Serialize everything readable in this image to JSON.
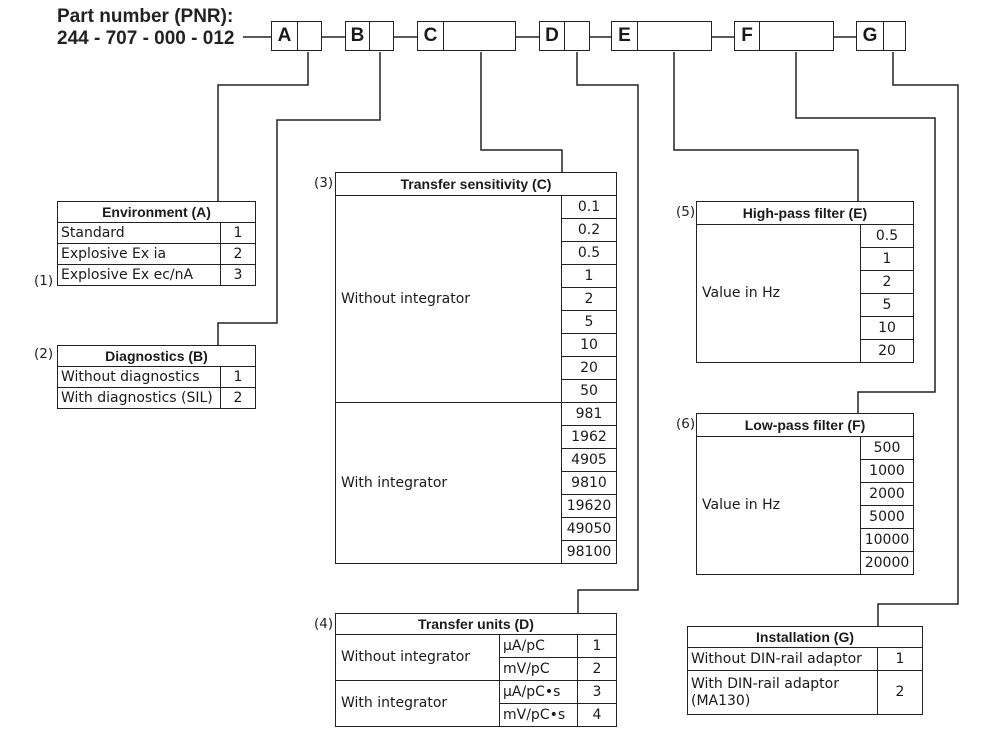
{
  "part_number": {
    "title": "Part number (PNR):",
    "code": "244 - 707 - 000 - 012",
    "positions": [
      "A",
      "B",
      "C",
      "D",
      "E",
      "F",
      "G"
    ]
  },
  "environment": {
    "marker": "(1)",
    "title": "Environment (A)",
    "rows": [
      {
        "label": "Standard",
        "value": "1"
      },
      {
        "label": "Explosive Ex ia",
        "value": "2"
      },
      {
        "label": "Explosive Ex ec/nA",
        "value": "3"
      }
    ]
  },
  "diagnostics": {
    "marker": "(2)",
    "title": "Diagnostics (B)",
    "rows": [
      {
        "label": "Without diagnostics",
        "value": "1"
      },
      {
        "label": "With diagnostics (SIL)",
        "value": "2"
      }
    ]
  },
  "transfer_sensitivity": {
    "marker": "(3)",
    "title": "Transfer sensitivity (C)",
    "groups": [
      {
        "label": "Without integrator",
        "values": [
          "0.1",
          "0.2",
          "0.5",
          "1",
          "2",
          "5",
          "10",
          "20",
          "50"
        ]
      },
      {
        "label": "With integrator",
        "values": [
          "981",
          "1962",
          "4905",
          "9810",
          "19620",
          "49050",
          "98100"
        ]
      }
    ]
  },
  "transfer_units": {
    "marker": "(4)",
    "title": "Transfer units (D)",
    "groups": [
      {
        "label": "Without integrator",
        "rows": [
          {
            "unit": "µA/pC",
            "value": "1"
          },
          {
            "unit": "mV/pC",
            "value": "2"
          }
        ]
      },
      {
        "label": "With integrator",
        "rows": [
          {
            "unit": "µA/pC•s",
            "value": "3"
          },
          {
            "unit": "mV/pC•s",
            "value": "4"
          }
        ]
      }
    ]
  },
  "high_pass": {
    "marker": "(5)",
    "title": "High-pass filter (E)",
    "label": "Value in Hz",
    "values": [
      "0.5",
      "1",
      "2",
      "5",
      "10",
      "20"
    ]
  },
  "low_pass": {
    "marker": "(6)",
    "title": "Low-pass filter (F)",
    "label": "Value in Hz",
    "values": [
      "500",
      "1000",
      "2000",
      "5000",
      "10000",
      "20000"
    ]
  },
  "installation": {
    "title": "Installation (G)",
    "rows": [
      {
        "label": "Without DIN-rail adaptor",
        "value": "1"
      },
      {
        "label": "With DIN-rail adaptor (MA130)",
        "value": "2"
      }
    ]
  }
}
